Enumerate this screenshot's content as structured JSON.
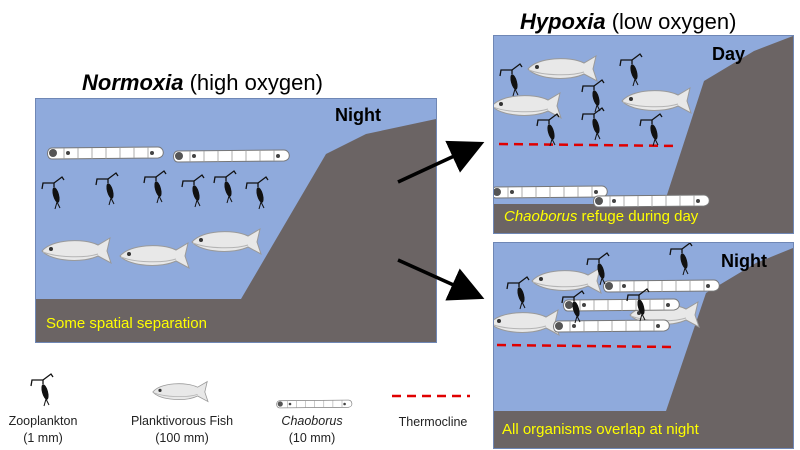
{
  "normoxia": {
    "title_bold": "Normoxia",
    "title_rest": " (high oxygen)",
    "time_label": "Night",
    "caption": "Some spatial separation"
  },
  "hypoxia": {
    "title_bold": "Hypoxia",
    "title_rest": " (low oxygen)",
    "day_panel": {
      "time_label": "Day",
      "caption_italic": "Chaoborus",
      "caption_rest": " refuge during day"
    },
    "night_panel": {
      "time_label": "Night",
      "caption": "All organisms overlap at night"
    }
  },
  "legend": {
    "zooplankton": {
      "name": "Zooplankton",
      "size": "(1 mm)"
    },
    "fish": {
      "name": "Planktivorous Fish",
      "size": "(100 mm)"
    },
    "chaoborus": {
      "name": "Chaoborus",
      "size": "(10 mm)"
    },
    "thermocline": {
      "name": "Thermocline"
    }
  },
  "colors": {
    "water": "#8faadc",
    "bank": "#6b6464",
    "caption_text": "#ffff00",
    "thermocline": "#e00000"
  }
}
